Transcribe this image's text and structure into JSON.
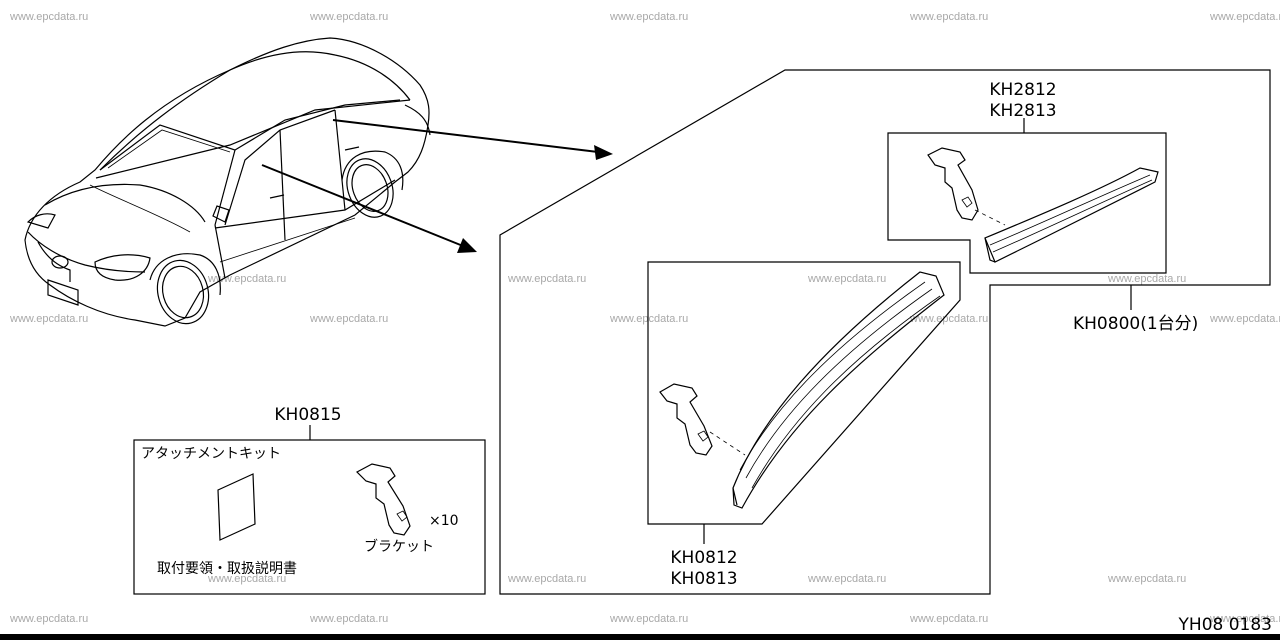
{
  "watermark": "www.epcdata.ru",
  "parts": {
    "kh2812": "KH2812",
    "kh2813": "KH2813",
    "kh0800": "KH0800(1台分)",
    "kh0812": "KH0812",
    "kh0813": "KH0813",
    "kh0815": "KH0815"
  },
  "kit": {
    "title": "アタッチメントキット",
    "manual_label": "取付要領・取扱説明書",
    "bracket_label": "ブラケット",
    "bracket_qty": "×10"
  },
  "footer": {
    "code": "YH08 0183"
  }
}
